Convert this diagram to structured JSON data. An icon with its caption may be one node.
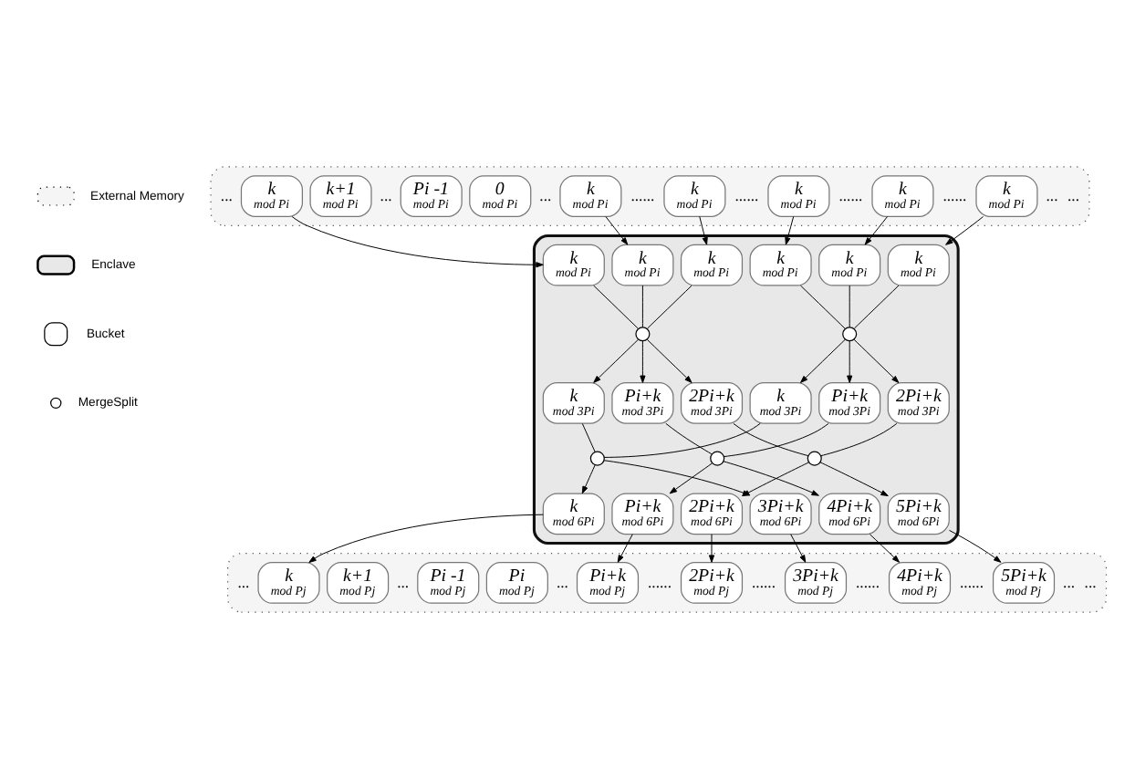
{
  "diagram": {
    "nodes": [
      {
        "text": [],
        "shape": "box",
        "beside": [
          "...",
          "...",
          "...",
          "......",
          "......",
          "......",
          "......",
          "...",
          "..."
        ]
      },
      {
        "text": [
          "k",
          "mod Pi"
        ],
        "in": 0
      },
      {
        "text": [
          "k+1",
          "mod Pi"
        ],
        "in": 0
      },
      {
        "text": [
          "Pi -1",
          "mod Pi"
        ],
        "in": 0
      },
      {
        "text": [
          "0",
          "mod Pi"
        ],
        "in": 0
      },
      {
        "text": [
          "k",
          "mod Pi"
        ],
        "in": 0
      },
      {
        "text": [
          "k",
          "mod Pi"
        ],
        "in": 0
      },
      {
        "text": [
          "k",
          "mod Pi"
        ],
        "in": 0
      },
      {
        "text": [
          "k",
          "mod Pi"
        ],
        "in": 0
      },
      {
        "text": [
          "k",
          "mod Pi"
        ],
        "in": 0
      },
      {
        "text": [],
        "shape": "box"
      },
      {
        "text": [
          "k",
          "mod Pi"
        ],
        "in": 10
      },
      {
        "text": [
          "k",
          "mod Pi"
        ],
        "in": 10
      },
      {
        "text": [
          "k",
          "mod Pi"
        ],
        "in": 10
      },
      {
        "text": [
          "k",
          "mod Pi"
        ],
        "in": 10
      },
      {
        "text": [
          "k",
          "mod Pi"
        ],
        "in": 10
      },
      {
        "text": [
          "k",
          "mod Pi"
        ],
        "in": 10
      },
      {
        "text": [],
        "shape": "circle",
        "in": 10
      },
      {
        "text": [],
        "shape": "circle",
        "in": 10
      },
      {
        "text": [
          "k",
          "mod 3Pi"
        ],
        "in": 10
      },
      {
        "text": [
          "Pi+k",
          "mod 3Pi"
        ],
        "in": 10
      },
      {
        "text": [
          "2Pi+k",
          "mod 3Pi"
        ],
        "in": 10
      },
      {
        "text": [
          "k",
          "mod 3Pi"
        ],
        "in": 10
      },
      {
        "text": [
          "Pi+k",
          "mod 3Pi"
        ],
        "in": 10
      },
      {
        "text": [
          "2Pi+k",
          "mod 3Pi"
        ],
        "in": 10
      },
      {
        "text": [],
        "shape": "circle",
        "in": 10
      },
      {
        "text": [],
        "shape": "circle",
        "in": 10
      },
      {
        "text": [],
        "shape": "circle",
        "in": 10
      },
      {
        "text": [
          "k",
          "mod 6Pi"
        ],
        "in": 10
      },
      {
        "text": [
          "Pi+k",
          "mod 6Pi"
        ],
        "in": 10
      },
      {
        "text": [
          "2Pi+k",
          "mod 6Pi"
        ],
        "in": 10
      },
      {
        "text": [
          "3Pi+k",
          "mod 6Pi"
        ],
        "in": 10
      },
      {
        "text": [
          "4Pi+k",
          "mod 6Pi"
        ],
        "in": 10
      },
      {
        "text": [
          "5Pi+k",
          "mod 6Pi"
        ],
        "in": 10
      },
      {
        "text": [],
        "shape": "box",
        "beside": [
          "...",
          "...",
          "...",
          "......",
          "......",
          "......",
          "......",
          "...",
          "..."
        ]
      },
      {
        "text": [
          "k",
          "mod Pj"
        ],
        "in": 34
      },
      {
        "text": [
          "k+1",
          "mod Pj"
        ],
        "in": 34
      },
      {
        "text": [
          "Pi -1",
          "mod Pj"
        ],
        "in": 34
      },
      {
        "text": [
          "Pi",
          "mod Pj"
        ],
        "in": 34
      },
      {
        "text": [
          "Pi+k",
          "mod Pj"
        ],
        "in": 34
      },
      {
        "text": [
          "2Pi+k",
          "mod Pj"
        ],
        "in": 34
      },
      {
        "text": [
          "3Pi+k",
          "mod Pj"
        ],
        "in": 34
      },
      {
        "text": [
          "4Pi+k",
          "mod Pj"
        ],
        "in": 34
      },
      {
        "text": [
          "5Pi+k",
          "mod Pj"
        ],
        "in": 34
      }
    ],
    "edges": [
      {
        "from": 1,
        "to": 11,
        "arrow": "to"
      },
      {
        "from": 5,
        "to": 12,
        "arrow": "to"
      },
      {
        "from": 6,
        "to": 13,
        "arrow": "to"
      },
      {
        "from": 7,
        "to": 14,
        "arrow": "to"
      },
      {
        "from": 8,
        "to": 15,
        "arrow": "to"
      },
      {
        "from": 9,
        "to": 16,
        "arrow": "to"
      },
      {
        "from": 11,
        "to": 17,
        "arrow": "none"
      },
      {
        "from": 12,
        "to": 17,
        "arrow": "none"
      },
      {
        "from": 13,
        "to": 17,
        "arrow": "none"
      },
      {
        "from": 14,
        "to": 18,
        "arrow": "none"
      },
      {
        "from": 15,
        "to": 18,
        "arrow": "none"
      },
      {
        "from": 16,
        "to": 18,
        "arrow": "none"
      },
      {
        "from": 17,
        "to": 19,
        "arrow": "to"
      },
      {
        "from": 17,
        "to": 20,
        "arrow": "to"
      },
      {
        "from": 17,
        "to": 21,
        "arrow": "to"
      },
      {
        "from": 18,
        "to": 22,
        "arrow": "to"
      },
      {
        "from": 18,
        "to": 23,
        "arrow": "to"
      },
      {
        "from": 18,
        "to": 24,
        "arrow": "to"
      },
      {
        "from": 19,
        "to": 25,
        "arrow": "none"
      },
      {
        "from": 22,
        "to": 25,
        "arrow": "none"
      },
      {
        "from": 20,
        "to": 26,
        "arrow": "none"
      },
      {
        "from": 23,
        "to": 26,
        "arrow": "none"
      },
      {
        "from": 21,
        "to": 27,
        "arrow": "none"
      },
      {
        "from": 24,
        "to": 27,
        "arrow": "none"
      },
      {
        "from": 25,
        "to": 28,
        "arrow": "to"
      },
      {
        "from": 26,
        "to": 29,
        "arrow": "to"
      },
      {
        "from": 27,
        "to": 30,
        "arrow": "to"
      },
      {
        "from": 25,
        "to": 31,
        "arrow": "to"
      },
      {
        "from": 26,
        "to": 32,
        "arrow": "to"
      },
      {
        "from": 27,
        "to": 33,
        "arrow": "to"
      },
      {
        "from": 28,
        "to": 35,
        "arrow": "to"
      },
      {
        "from": 29,
        "to": 39,
        "arrow": "to"
      },
      {
        "from": 30,
        "to": 40,
        "arrow": "to"
      },
      {
        "from": 31,
        "to": 41,
        "arrow": "to"
      },
      {
        "from": 32,
        "to": 42,
        "arrow": "to"
      },
      {
        "from": 33,
        "to": 43,
        "arrow": "to"
      }
    ],
    "legend": [
      {
        "text": "External Memory"
      },
      {
        "text": "Enclave"
      },
      {
        "text": "Bucket"
      },
      {
        "text": "MergeSplit"
      }
    ]
  }
}
